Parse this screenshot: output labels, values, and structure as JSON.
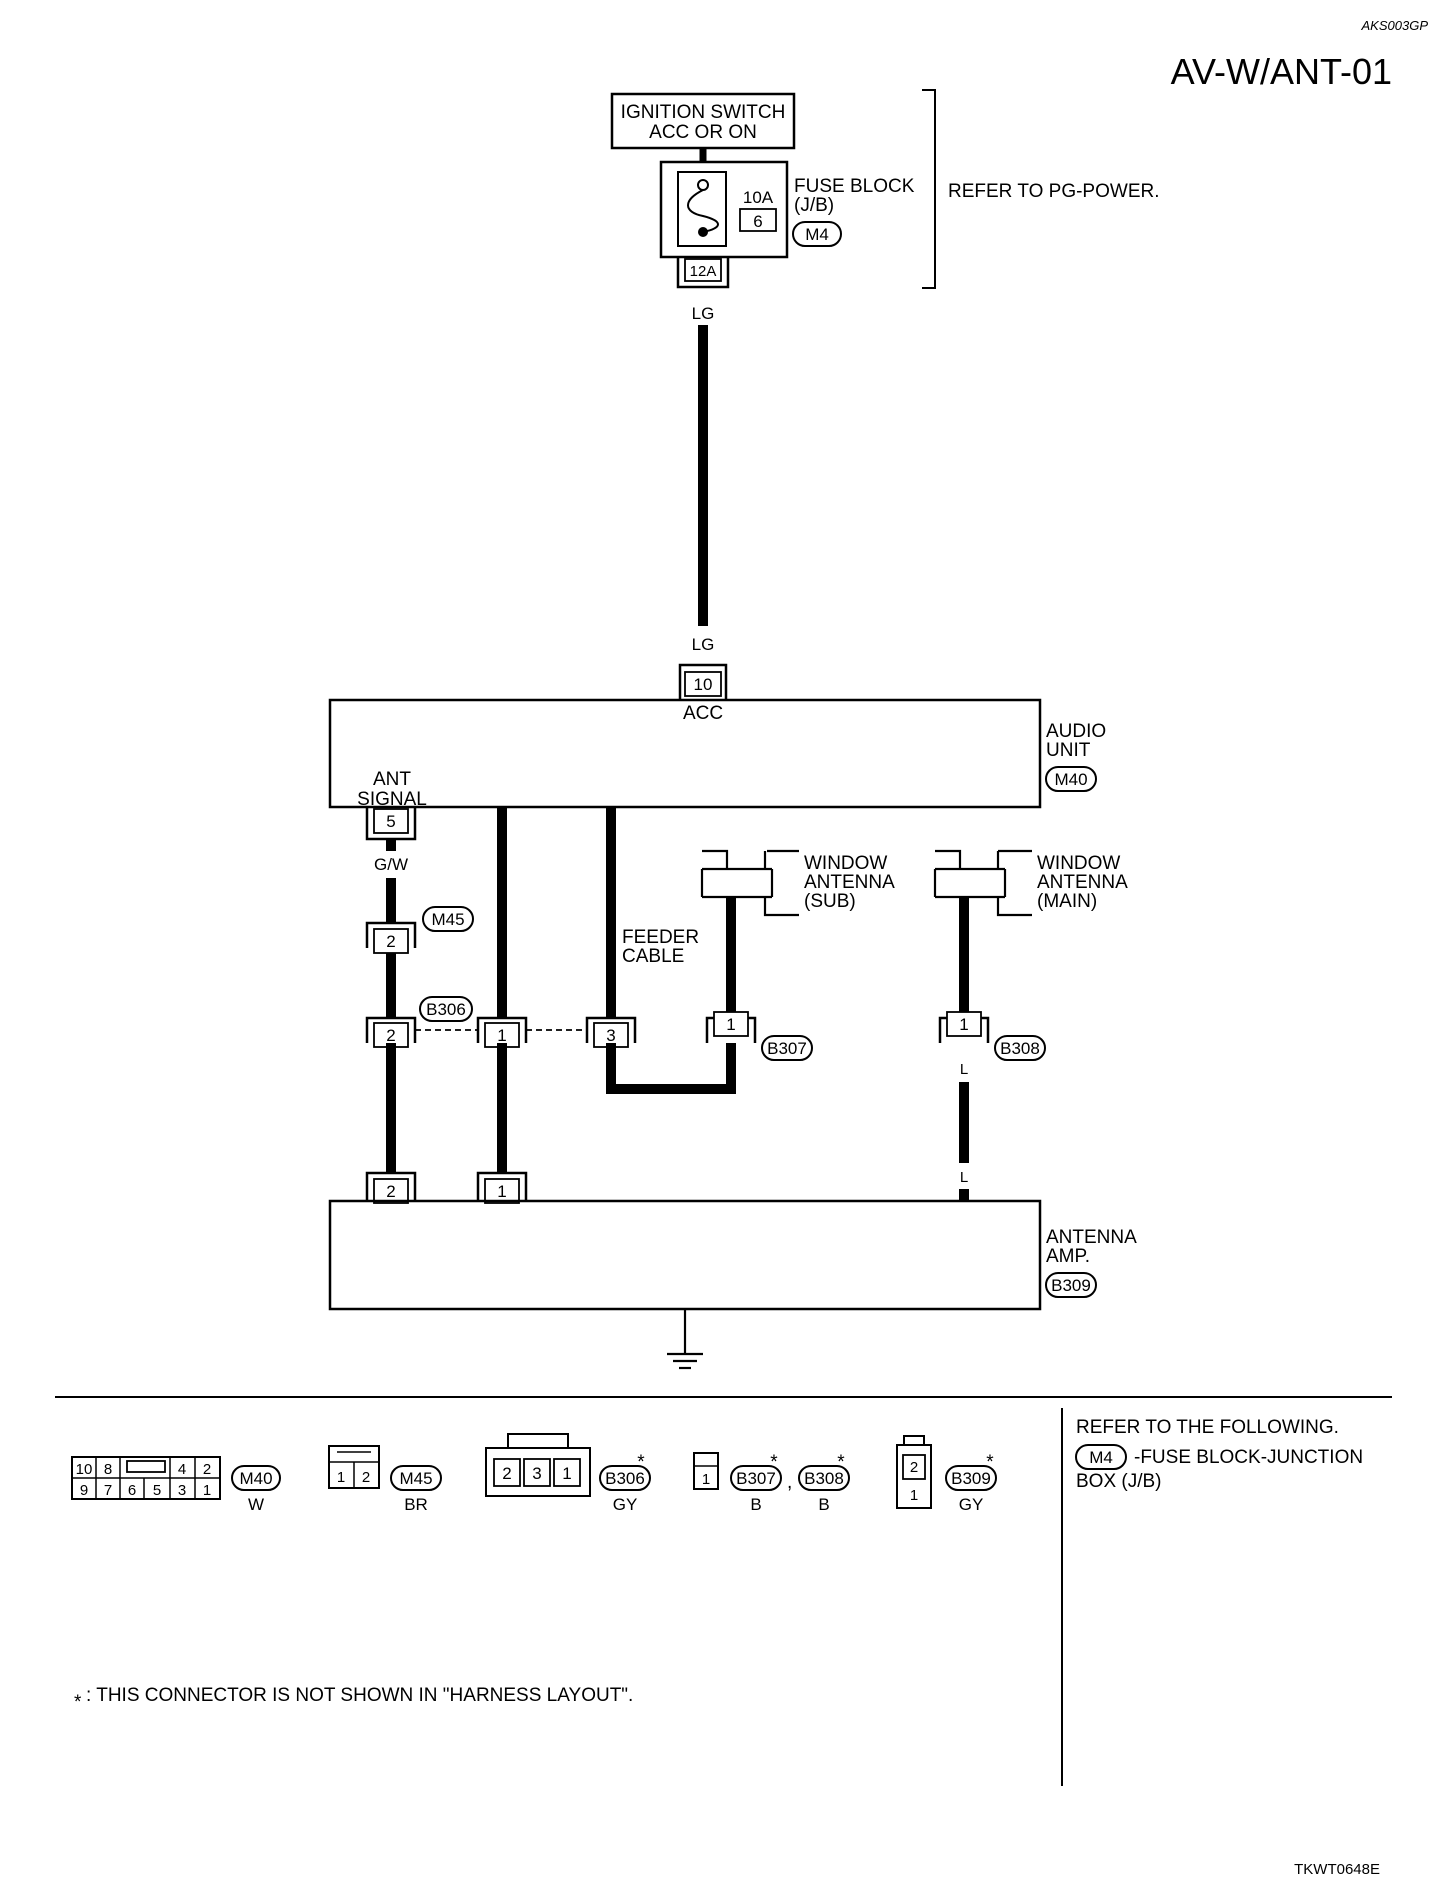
{
  "header": {
    "ref_code": "AKS003GP",
    "title": "AV-W/ANT-01",
    "footer_code": "TKWT0648E"
  },
  "power": {
    "ignition_line1": "IGNITION SWITCH",
    "ignition_line2": "ACC OR ON",
    "fuse_amp": "10A",
    "fuse_no": "6",
    "fuse_block_line1": "FUSE BLOCK",
    "fuse_block_line2": "(J/B)",
    "fuse_block_conn": "M4",
    "fuse_terminal": "12A",
    "refer_note": "REFER TO PG-POWER."
  },
  "wires": {
    "lg_top": "LG",
    "lg_bottom": "LG",
    "gw": "G/W",
    "l_upper": "L",
    "l_lower": "L"
  },
  "audio_unit": {
    "acc_terminal": "10",
    "acc_label": "ACC",
    "name_line1": "AUDIO",
    "name_line2": "UNIT",
    "connector": "M40",
    "ant_signal_line1": "ANT",
    "ant_signal_line2": "SIGNAL",
    "ant_terminal": "5"
  },
  "harness": {
    "m45_terminal": "2",
    "m45_label": "M45",
    "b306_label": "B306",
    "b306_t2": "2",
    "b306_t1": "1",
    "b306_t3": "3",
    "feeder_line1": "FEEDER",
    "feeder_line2": "CABLE",
    "b307_terminal": "1",
    "b307_label": "B307",
    "b308_terminal": "1",
    "b308_label": "B308"
  },
  "antennas": {
    "sub_line1": "WINDOW",
    "sub_line2": "ANTENNA",
    "sub_line3": "(SUB)",
    "main_line1": "WINDOW",
    "main_line2": "ANTENNA",
    "main_line3": "(MAIN)"
  },
  "antenna_amp": {
    "t2": "2",
    "t1": "1",
    "name_line1": "ANTENNA",
    "name_line2": "AMP.",
    "connector": "B309"
  },
  "connectors": {
    "m40": {
      "top": [
        "10",
        "8",
        "4",
        "2"
      ],
      "bottom": [
        "9",
        "7",
        "6",
        "5",
        "3",
        "1"
      ],
      "id": "M40",
      "color": "W"
    },
    "m45": {
      "pins": [
        "1",
        "2"
      ],
      "id": "M45",
      "color": "BR"
    },
    "b306": {
      "pins": [
        "2",
        "3",
        "1"
      ],
      "id": "B306",
      "color": "GY",
      "star": "*"
    },
    "b307": {
      "pins": [
        "1"
      ],
      "id": "B307",
      "color": "B",
      "star": "*",
      "separator": ","
    },
    "b308": {
      "id": "B308",
      "color": "B",
      "star": "*"
    },
    "b309": {
      "pins": [
        "2",
        "1"
      ],
      "id": "B309",
      "color": "GY",
      "star": "*"
    }
  },
  "refer": {
    "title": "REFER TO THE FOLLOWING.",
    "conn": "M4",
    "text_line1": "-FUSE BLOCK-JUNCTION",
    "text_line2": "BOX (J/B)"
  },
  "footnote": {
    "star": "*",
    "text": ": THIS CONNECTOR IS NOT SHOWN IN \"HARNESS LAYOUT\"."
  }
}
